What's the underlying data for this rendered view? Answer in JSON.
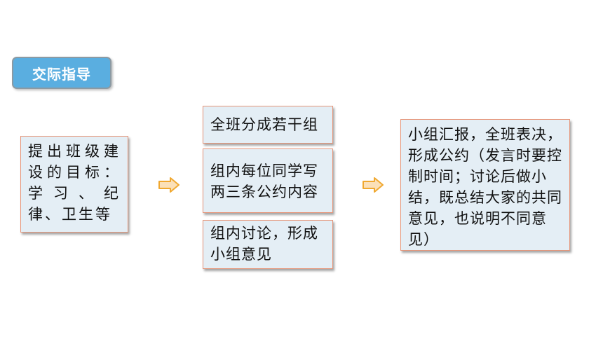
{
  "badge": {
    "label": "交际指导"
  },
  "boxes": {
    "goal": "提出班级建设的目标：学习、纪律、卫生等",
    "step1": "全班分成若干组",
    "step2": "组内每位同学写两三条公约内容",
    "step3": "组内讨论，形成小组意见",
    "report": "小组汇报，全班表决，形成公约（发言时要控制时间；讨论后做小结，既总结大家的共同意见，也说明不同意见）"
  },
  "icons": {
    "arrow": "right-arrow-icon"
  },
  "colors": {
    "badge_fill": "#5aaee0",
    "box_fill": "#e4eef5",
    "box_border": "#e6967a",
    "arrow_fill": "#fbe0b8",
    "arrow_stroke": "#f0a830"
  }
}
